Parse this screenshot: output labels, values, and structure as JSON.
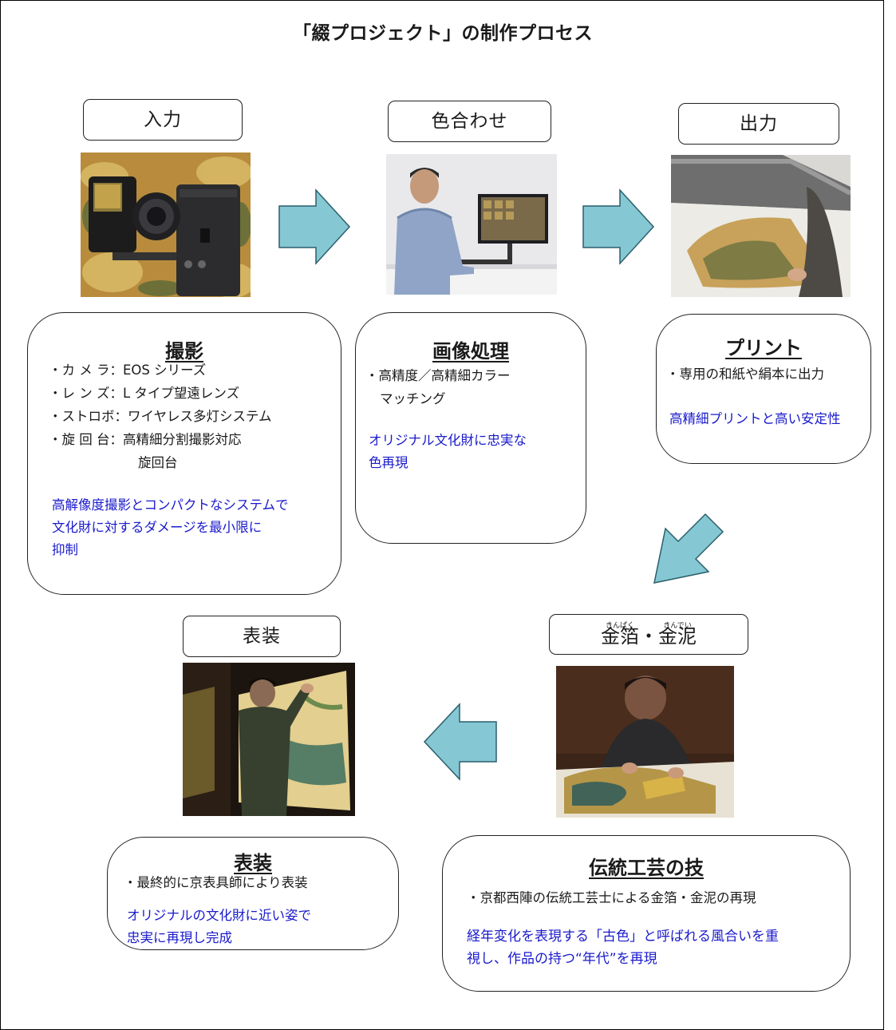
{
  "title": "「綴プロジェクト」の制作プロセス",
  "colors": {
    "arrow_fill": "#86c7d4",
    "arrow_stroke": "#2a5f6b",
    "note_text": "#1a1acc"
  },
  "steps": {
    "input": {
      "label": "入力",
      "heading": "撮影",
      "specs": [
        "・カ メ ラ：EOS シリーズ",
        "・レ ン ズ：L タイプ望遠レンズ",
        "・ストロボ：ワイヤレス多灯システム",
        "・旋 回 台：高精細分割撮影対応",
        "旋回台"
      ],
      "note": [
        "高解像度撮影とコンパクトなシステムで",
        "文化財に対するダメージを最小限に",
        "抑制"
      ]
    },
    "color": {
      "label": "色合わせ",
      "heading": "画像処理",
      "specs": [
        "・高精度／高精細カラー",
        "マッチング"
      ],
      "note": [
        "オリジナル文化財に忠実な",
        "色再現"
      ]
    },
    "output": {
      "label": "出力",
      "heading": "プリント",
      "specs": [
        "・専用の和紙や絹本に出力"
      ],
      "note": [
        "高精細プリントと高い安定性"
      ]
    },
    "gold": {
      "label_parts": [
        "金箔",
        "・",
        "金泥"
      ],
      "ruby": [
        "きんぱく",
        "きんでい"
      ],
      "heading": "伝統工芸の技",
      "specs": [
        "・京都西陣の伝統工芸士による金箔・金泥の再現"
      ],
      "note": [
        "経年変化を表現する「古色」と呼ばれる風合いを重",
        "視し、作品の持つ“年代”を再現"
      ]
    },
    "mounting": {
      "label": "表装",
      "heading": "表装",
      "specs": [
        "・最終的に京表具師により表装"
      ],
      "note": [
        "オリジナルの文化財に近い姿で",
        "忠実に再現し完成"
      ]
    }
  }
}
